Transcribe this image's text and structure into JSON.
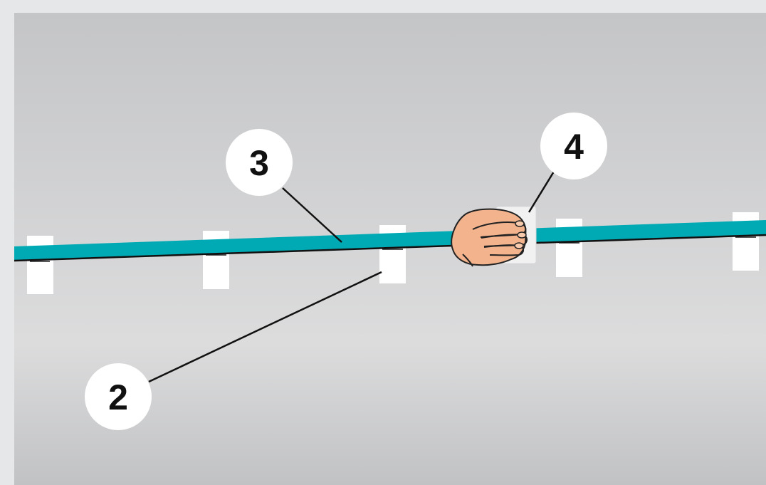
{
  "colors": {
    "frame": "#e6e7e8",
    "wall_top": "#c4c5c7",
    "wall_mid": "#dcdcdd",
    "wall_bottom": "#c1c2c4",
    "strip": "#00aab4",
    "strip_edge": "#111111",
    "clip": "#ffffff",
    "hand_skin": "#f2b38d",
    "hand_outline": "#222222",
    "card": "#f1f1f2",
    "callout_bg": "#ffffff",
    "leader": "#111111"
  },
  "callouts": [
    {
      "id": "strip",
      "label": "3"
    },
    {
      "id": "hand-card",
      "label": "4"
    },
    {
      "id": "clip",
      "label": "2"
    }
  ],
  "icons": {
    "hand": "hand-pressing-card-icon",
    "clip": "mounting-clip-icon"
  }
}
